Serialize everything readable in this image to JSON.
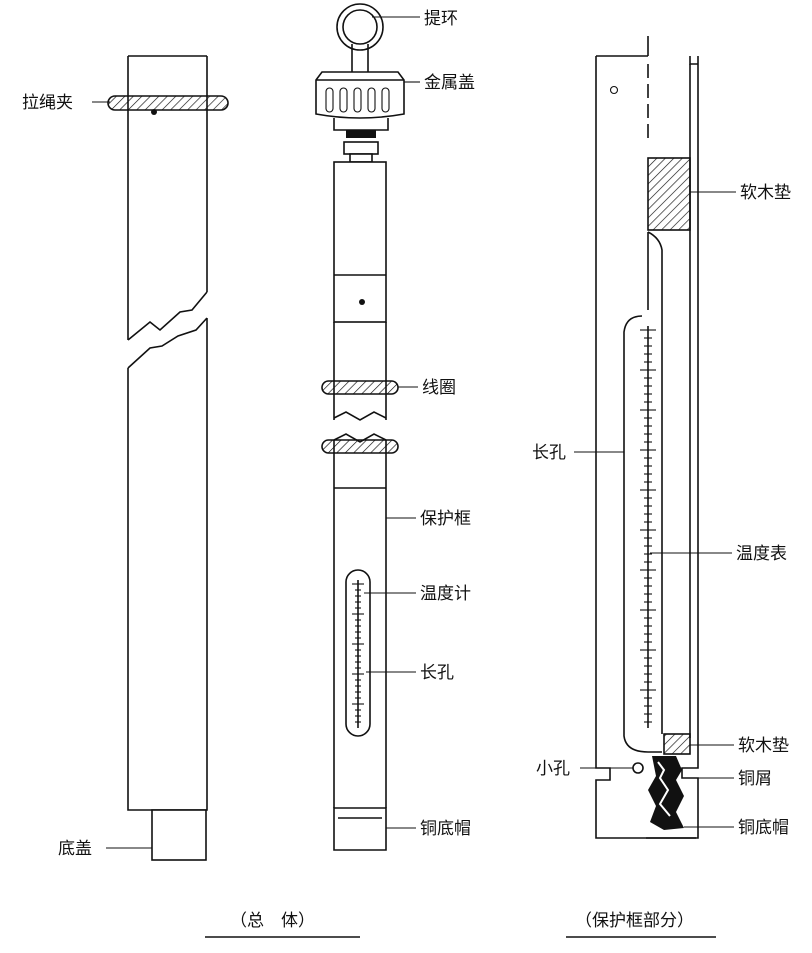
{
  "labels": {
    "rope_clip": "拉绳夹",
    "bottom_cap": "底盖",
    "lift_ring": "提环",
    "metal_cap": "金属盖",
    "thread_ring": "线圈",
    "protect_frame": "保护框",
    "thermometer": "温度计",
    "slot_left": "长孔",
    "copper_cap_left": "铜底帽",
    "cork_top": "软木垫",
    "slot_right": "长孔",
    "thermo_table": "温度表",
    "cork_bottom": "软木垫",
    "small_hole": "小孔",
    "copper_chips": "铜屑",
    "copper_cap_right": "铜底帽"
  },
  "captions": {
    "overall": "（总　体）",
    "frame_part": "（保护框部分）"
  },
  "colors": {
    "line": "#111111",
    "background": "#ffffff"
  }
}
